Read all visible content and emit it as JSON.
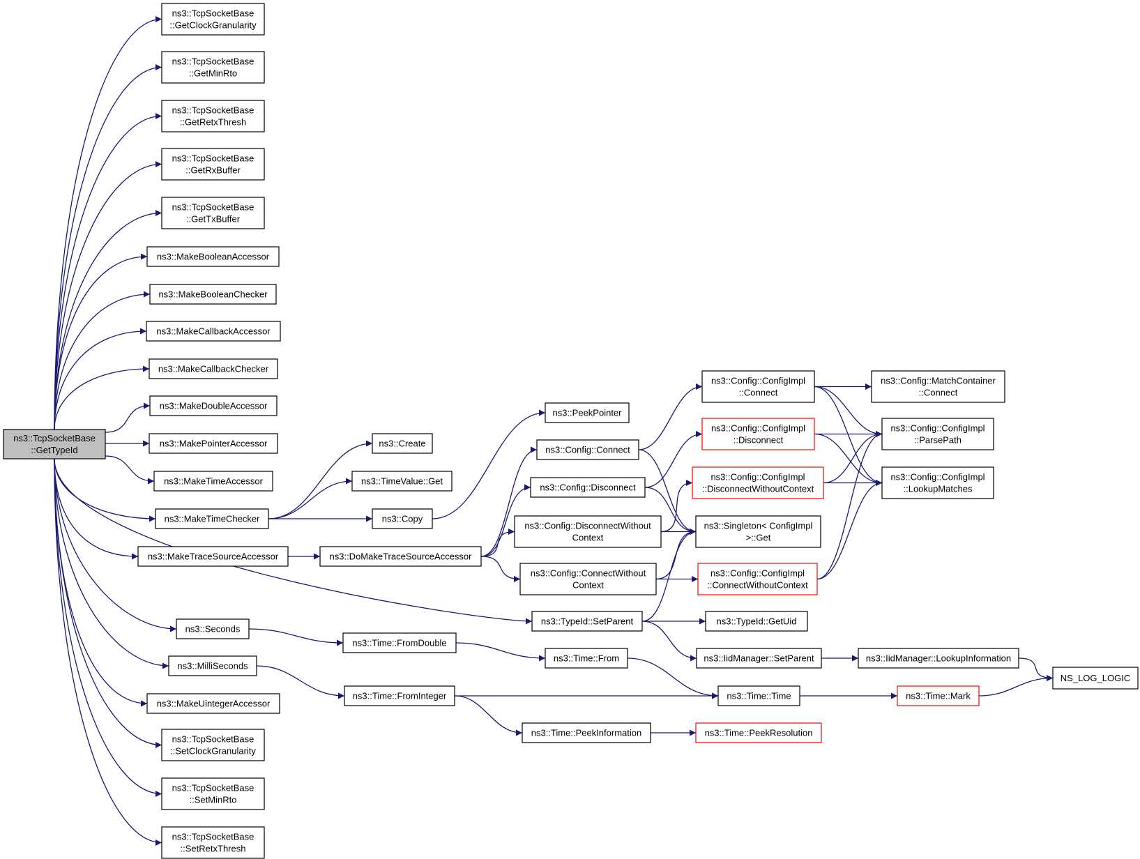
{
  "colors": {
    "edge": "#191970",
    "root_fill": "#bfbfbf",
    "truncated_border": "#ff0000",
    "node_border": "#000000"
  },
  "nodes": [
    {
      "id": "root",
      "lines": [
        "ns3::TcpSocketBase",
        "::GetTypeId"
      ],
      "style": "root"
    },
    {
      "id": "getClockGranularity",
      "lines": [
        "ns3::TcpSocketBase",
        "::GetClockGranularity"
      ],
      "style": "normal"
    },
    {
      "id": "getMinRto",
      "lines": [
        "ns3::TcpSocketBase",
        "::GetMinRto"
      ],
      "style": "normal"
    },
    {
      "id": "getRetxThresh",
      "lines": [
        "ns3::TcpSocketBase",
        "::GetRetxThresh"
      ],
      "style": "normal"
    },
    {
      "id": "getRxBuffer",
      "lines": [
        "ns3::TcpSocketBase",
        "::GetRxBuffer"
      ],
      "style": "normal"
    },
    {
      "id": "getTxBuffer",
      "lines": [
        "ns3::TcpSocketBase",
        "::GetTxBuffer"
      ],
      "style": "normal"
    },
    {
      "id": "makeBooleanAccessor",
      "lines": [
        "ns3::MakeBooleanAccessor"
      ],
      "style": "normal"
    },
    {
      "id": "makeBooleanChecker",
      "lines": [
        "ns3::MakeBooleanChecker"
      ],
      "style": "normal"
    },
    {
      "id": "makeCallbackAccessor",
      "lines": [
        "ns3::MakeCallbackAccessor"
      ],
      "style": "normal"
    },
    {
      "id": "makeCallbackChecker",
      "lines": [
        "ns3::MakeCallbackChecker"
      ],
      "style": "normal"
    },
    {
      "id": "makeDoubleAccessor",
      "lines": [
        "ns3::MakeDoubleAccessor"
      ],
      "style": "normal"
    },
    {
      "id": "makePointerAccessor",
      "lines": [
        "ns3::MakePointerAccessor"
      ],
      "style": "normal"
    },
    {
      "id": "makeTimeAccessor",
      "lines": [
        "ns3::MakeTimeAccessor"
      ],
      "style": "normal"
    },
    {
      "id": "makeTimeChecker",
      "lines": [
        "ns3::MakeTimeChecker"
      ],
      "style": "normal"
    },
    {
      "id": "makeTraceSourceAccessor",
      "lines": [
        "ns3::MakeTraceSourceAccessor"
      ],
      "style": "normal"
    },
    {
      "id": "seconds",
      "lines": [
        "ns3::Seconds"
      ],
      "style": "normal"
    },
    {
      "id": "milliSeconds",
      "lines": [
        "ns3::MilliSeconds"
      ],
      "style": "normal"
    },
    {
      "id": "makeUintegerAccessor",
      "lines": [
        "ns3::MakeUintegerAccessor"
      ],
      "style": "normal"
    },
    {
      "id": "setClockGranularity",
      "lines": [
        "ns3::TcpSocketBase",
        "::SetClockGranularity"
      ],
      "style": "normal"
    },
    {
      "id": "setMinRto",
      "lines": [
        "ns3::TcpSocketBase",
        "::SetMinRto"
      ],
      "style": "normal"
    },
    {
      "id": "setRetxThresh",
      "lines": [
        "ns3::TcpSocketBase",
        "::SetRetxThresh"
      ],
      "style": "normal"
    },
    {
      "id": "create",
      "lines": [
        "ns3::Create"
      ],
      "style": "normal"
    },
    {
      "id": "timeValueGet",
      "lines": [
        "ns3::TimeValue::Get"
      ],
      "style": "normal"
    },
    {
      "id": "copy",
      "lines": [
        "ns3::Copy"
      ],
      "style": "normal"
    },
    {
      "id": "doMakeTraceSourceAccessor",
      "lines": [
        "ns3::DoMakeTraceSourceAccessor"
      ],
      "style": "normal"
    },
    {
      "id": "peekPointer",
      "lines": [
        "ns3::PeekPointer"
      ],
      "style": "normal"
    },
    {
      "id": "configConnect",
      "lines": [
        "ns3::Config::Connect"
      ],
      "style": "normal"
    },
    {
      "id": "configDisconnect",
      "lines": [
        "ns3::Config::Disconnect"
      ],
      "style": "normal"
    },
    {
      "id": "configDisconnectWithoutContext",
      "lines": [
        "ns3::Config::DisconnectWithout",
        "Context"
      ],
      "style": "normal"
    },
    {
      "id": "configConnectWithoutContext",
      "lines": [
        "ns3::Config::ConnectWithout",
        "Context"
      ],
      "style": "normal"
    },
    {
      "id": "typeIdSetParent",
      "lines": [
        "ns3::TypeId::SetParent"
      ],
      "style": "normal"
    },
    {
      "id": "timeFromDouble",
      "lines": [
        "ns3::Time::FromDouble"
      ],
      "style": "normal"
    },
    {
      "id": "timeFromInteger",
      "lines": [
        "ns3::Time::FromInteger"
      ],
      "style": "normal"
    },
    {
      "id": "timeFrom",
      "lines": [
        "ns3::Time::From"
      ],
      "style": "normal"
    },
    {
      "id": "timePeekInformation",
      "lines": [
        "ns3::Time::PeekInformation"
      ],
      "style": "normal"
    },
    {
      "id": "configImplConnect",
      "lines": [
        "ns3::Config::ConfigImpl",
        "::Connect"
      ],
      "style": "normal"
    },
    {
      "id": "configImplDisconnect",
      "lines": [
        "ns3::Config::ConfigImpl",
        "::Disconnect"
      ],
      "style": "red"
    },
    {
      "id": "configImplDisconnectWithoutContext",
      "lines": [
        "ns3::Config::ConfigImpl",
        "::DisconnectWithoutContext"
      ],
      "style": "red"
    },
    {
      "id": "singletonGet",
      "lines": [
        "ns3::Singleton< ConfigImpl",
        ">::Get"
      ],
      "style": "normal"
    },
    {
      "id": "configImplConnectWithoutContext",
      "lines": [
        "ns3::Config::ConfigImpl",
        "::ConnectWithoutContext"
      ],
      "style": "red"
    },
    {
      "id": "typeIdGetUid",
      "lines": [
        "ns3::TypeId::GetUid"
      ],
      "style": "normal"
    },
    {
      "id": "iidManagerSetParent",
      "lines": [
        "ns3::IidManager::SetParent"
      ],
      "style": "normal"
    },
    {
      "id": "timeTime",
      "lines": [
        "ns3::Time::Time"
      ],
      "style": "normal"
    },
    {
      "id": "timePeekResolution",
      "lines": [
        "ns3::Time::PeekResolution"
      ],
      "style": "red"
    },
    {
      "id": "matchContainerConnect",
      "lines": [
        "ns3::Config::MatchContainer",
        "::Connect"
      ],
      "style": "normal"
    },
    {
      "id": "parsePath",
      "lines": [
        "ns3::Config::ConfigImpl",
        "::ParsePath"
      ],
      "style": "normal"
    },
    {
      "id": "lookupMatches",
      "lines": [
        "ns3::Config::ConfigImpl",
        "::LookupMatches"
      ],
      "style": "normal"
    },
    {
      "id": "iidManagerLookupInformation",
      "lines": [
        "ns3::IidManager::LookupInformation"
      ],
      "style": "normal"
    },
    {
      "id": "timeMark",
      "lines": [
        "ns3::Time::Mark"
      ],
      "style": "red"
    },
    {
      "id": "nsLogLogic",
      "lines": [
        "NS_LOG_LOGIC"
      ],
      "style": "normal"
    }
  ],
  "edges": [
    [
      "root",
      "getClockGranularity"
    ],
    [
      "root",
      "getMinRto"
    ],
    [
      "root",
      "getRetxThresh"
    ],
    [
      "root",
      "getRxBuffer"
    ],
    [
      "root",
      "getTxBuffer"
    ],
    [
      "root",
      "makeBooleanAccessor"
    ],
    [
      "root",
      "makeBooleanChecker"
    ],
    [
      "root",
      "makeCallbackAccessor"
    ],
    [
      "root",
      "makeCallbackChecker"
    ],
    [
      "root",
      "makeDoubleAccessor"
    ],
    [
      "root",
      "makePointerAccessor"
    ],
    [
      "root",
      "makeTimeAccessor"
    ],
    [
      "root",
      "makeTimeChecker"
    ],
    [
      "root",
      "makeTraceSourceAccessor"
    ],
    [
      "root",
      "typeIdSetParent"
    ],
    [
      "root",
      "seconds"
    ],
    [
      "root",
      "milliSeconds"
    ],
    [
      "root",
      "makeUintegerAccessor"
    ],
    [
      "root",
      "setClockGranularity"
    ],
    [
      "root",
      "setMinRto"
    ],
    [
      "root",
      "setRetxThresh"
    ],
    [
      "makeTimeChecker",
      "create"
    ],
    [
      "makeTimeChecker",
      "timeValueGet"
    ],
    [
      "makeTimeChecker",
      "copy"
    ],
    [
      "copy",
      "peekPointer"
    ],
    [
      "makeTraceSourceAccessor",
      "doMakeTraceSourceAccessor"
    ],
    [
      "doMakeTraceSourceAccessor",
      "configConnect"
    ],
    [
      "doMakeTraceSourceAccessor",
      "configDisconnect"
    ],
    [
      "doMakeTraceSourceAccessor",
      "configDisconnectWithoutContext"
    ],
    [
      "doMakeTraceSourceAccessor",
      "configConnectWithoutContext"
    ],
    [
      "configConnect",
      "configImplConnect"
    ],
    [
      "configConnect",
      "singletonGet"
    ],
    [
      "configDisconnect",
      "configImplDisconnect"
    ],
    [
      "configDisconnect",
      "singletonGet"
    ],
    [
      "configDisconnectWithoutContext",
      "configImplDisconnectWithoutContext"
    ],
    [
      "configDisconnectWithoutContext",
      "singletonGet"
    ],
    [
      "configConnectWithoutContext",
      "singletonGet"
    ],
    [
      "configConnectWithoutContext",
      "configImplConnectWithoutContext"
    ],
    [
      "configImplConnect",
      "matchContainerConnect"
    ],
    [
      "configImplConnect",
      "parsePath"
    ],
    [
      "configImplConnect",
      "lookupMatches"
    ],
    [
      "configImplDisconnect",
      "parsePath"
    ],
    [
      "configImplDisconnect",
      "lookupMatches"
    ],
    [
      "configImplDisconnectWithoutContext",
      "parsePath"
    ],
    [
      "configImplDisconnectWithoutContext",
      "lookupMatches"
    ],
    [
      "configImplConnectWithoutContext",
      "parsePath"
    ],
    [
      "configImplConnectWithoutContext",
      "lookupMatches"
    ],
    [
      "typeIdSetParent",
      "singletonGet"
    ],
    [
      "typeIdSetParent",
      "typeIdGetUid"
    ],
    [
      "typeIdSetParent",
      "iidManagerSetParent"
    ],
    [
      "iidManagerSetParent",
      "iidManagerLookupInformation"
    ],
    [
      "iidManagerLookupInformation",
      "nsLogLogic"
    ],
    [
      "seconds",
      "timeFromDouble"
    ],
    [
      "timeFromDouble",
      "timeFrom"
    ],
    [
      "timeFrom",
      "timeTime"
    ],
    [
      "milliSeconds",
      "timeFromInteger"
    ],
    [
      "timeFromInteger",
      "timeTime"
    ],
    [
      "timeFromInteger",
      "timePeekInformation"
    ],
    [
      "timePeekInformation",
      "timePeekResolution"
    ],
    [
      "timeTime",
      "timeMark"
    ],
    [
      "timeMark",
      "nsLogLogic"
    ]
  ]
}
